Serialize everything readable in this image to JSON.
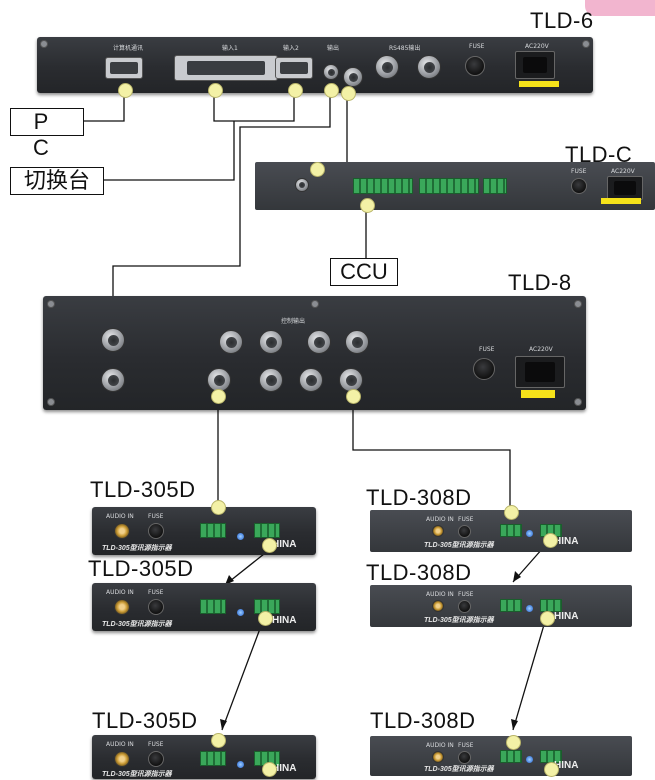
{
  "devices": {
    "tld6": {
      "title": "TLD-6",
      "ports": [
        "计算机通讯",
        "输入1",
        "输入2",
        "输出",
        "RS485输出",
        "FUSE",
        "AC220V"
      ]
    },
    "tldc": {
      "title": "TLD-C",
      "ports": [
        "FUSE",
        "AC220V"
      ]
    },
    "tld8": {
      "title": "TLD-8",
      "ports": [
        "控制输出",
        "FUSE",
        "AC220V"
      ]
    },
    "tld305": {
      "title": "TLD-305D",
      "audio_in": "AUDIO IN",
      "fuse": "FUSE",
      "model_text": "TLD-305型讯源指示器",
      "brand": "HINA"
    },
    "tld308": {
      "title": "TLD-308D",
      "audio_in": "AUDIO IN",
      "fuse": "FUSE",
      "model_text": "TLD-305型讯源指示器",
      "brand": "HINA"
    }
  },
  "boxes": {
    "pc": "P C",
    "switcher": "切换台",
    "ccu": "CCU"
  },
  "colors": {
    "panel": "#2c2e32",
    "wire": "#111111",
    "dot": "#f3f1a6",
    "terminal": "#2f9a4d",
    "accent_pink": "#f2b5cf"
  }
}
